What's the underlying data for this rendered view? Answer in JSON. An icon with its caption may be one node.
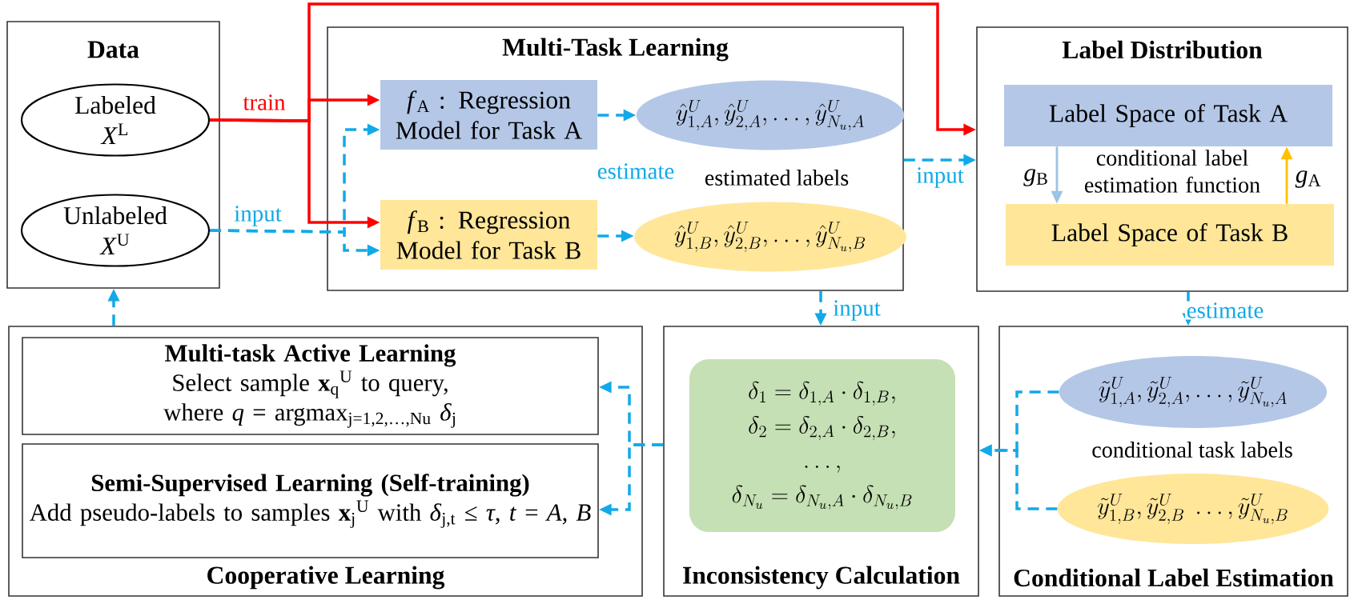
{
  "diagram": {
    "nodes": [
      {
        "text": [
          "Data"
        ]
      },
      {
        "text": [
          "Labeled",
          "*X*$^{L}$"
        ],
        "in": 0
      },
      {
        "text": [
          "Unlabeled",
          "*X*$^{U}$"
        ],
        "in": 0
      },
      {
        "text": [
          "Multi-Task Learning"
        ]
      },
      {
        "text": [
          "*f*$_{A}$ : Regression Model for Task A"
        ],
        "in": 3
      },
      {
        "text": [
          "\\hat{y}^{U}_{1,A}, \\hat{y}^{U}_{2,A}, \\dots, \\hat{y}^{U}_{N_u,A}"
        ],
        "in": 3
      },
      {
        "text": [
          "*f*$_{B}$ : Regression Model for Task B"
        ],
        "in": 3
      },
      {
        "text": [
          "\\hat{y}^{U}_{1,B}, \\hat{y}^{U}_{2,B}, \\dots, \\hat{y}^{U}_{N_u,B}"
        ],
        "in": 3
      },
      {
        "text": [
          "Label Distribution"
        ]
      },
      {
        "text": [
          "Label Space of Task A"
        ],
        "in": 8
      },
      {
        "text": [
          "Label Space of Task B"
        ],
        "in": 8
      },
      {
        "text": [
          "Cooperative Learning"
        ]
      },
      {
        "text": [
          "Multi-task Active Learning",
          "Select sample **x**$_{q}$$^{U}$ to query, where *q* = argmax$_{j=1,2,…,Nu}$ *δ*$_{j}$"
        ],
        "in": 11
      },
      {
        "text": [
          "Semi-Supervised Learning (Self-training)",
          "Add pseudo-labels to samples **x**$_{j}$$^{U}$ with *δ*$_{j,t}$ ≤ *τ*, *t* = *A*, *B*"
        ],
        "in": 11
      },
      {
        "text": [
          "Inconsistency Calculation"
        ]
      },
      {
        "text": [
          "\\delta_1 = \\delta_{1,A} \\cdot \\delta_{1,B},",
          "\\delta_2 = \\delta_{2,A} \\cdot \\delta_{2,B},",
          "\\dots,",
          "\\delta_{N_u} = \\delta_{N_u,A} \\cdot \\delta_{N_u,B}"
        ],
        "in": 14
      },
      {
        "text": [
          "Conditional Label Estimation"
        ]
      },
      {
        "text": [
          "\\tilde{y}^{U}_{1,A}, \\tilde{y}^{U}_{2,A}, \\dots, \\tilde{y}^{U}_{N_u,A}"
        ],
        "in": 16
      },
      {
        "text": [
          "\\tilde{y}^{U}_{1,B}, \\tilde{y}^{U}_{2,B}\\ \\dots, \\tilde{y}^{U}_{N_u,B}"
        ],
        "in": 16
      }
    ],
    "edges": [
      {
        "from": 1,
        "to": 4,
        "arrow": "to",
        "label": "train",
        "color": "#ff0000"
      },
      {
        "from": 1,
        "to": 6,
        "arrow": "to",
        "color": "#ff0000"
      },
      {
        "from": 1,
        "to": 8,
        "arrow": "to",
        "color": "#ff0000"
      },
      {
        "from": 2,
        "to": 4,
        "arrow": "to",
        "label": "input",
        "style": "dashed"
      },
      {
        "from": 2,
        "to": 6,
        "arrow": "to",
        "style": "dashed"
      },
      {
        "from": 4,
        "to": 5,
        "arrow": "to",
        "label": "estimate",
        "style": "dashed"
      },
      {
        "from": 6,
        "to": 7,
        "arrow": "to",
        "style": "dashed"
      },
      {
        "from": 3,
        "to": 8,
        "arrow": "to",
        "label": "input",
        "style": "dashed"
      },
      {
        "from": 9,
        "to": 10,
        "arrow": "to",
        "label": "*g*$_{B}$",
        "color": "#9dc3e6"
      },
      {
        "from": 10,
        "to": 9,
        "arrow": "to",
        "label": "*g*$_{A}$",
        "color": "#ffc000"
      },
      {
        "from": 3,
        "to": 14,
        "arrow": "to",
        "label": "input",
        "style": "dashed"
      },
      {
        "from": 8,
        "to": 16,
        "arrow": "to",
        "label": "estimate",
        "style": "dashed"
      },
      {
        "from": 17,
        "to": 14,
        "arrow": "to",
        "style": "dashed"
      },
      {
        "from": 18,
        "to": 14,
        "arrow": "to",
        "style": "dashed"
      },
      {
        "from": 14,
        "to": 12,
        "arrow": "to",
        "style": "dashed"
      },
      {
        "from": 14,
        "to": 13,
        "arrow": "to",
        "style": "dashed"
      },
      {
        "from": 11,
        "to": 0,
        "arrow": "to",
        "style": "dashed"
      }
    ],
    "labels": [
      "estimated labels",
      "conditional label estimation function",
      "conditional task labels"
    ]
  }
}
